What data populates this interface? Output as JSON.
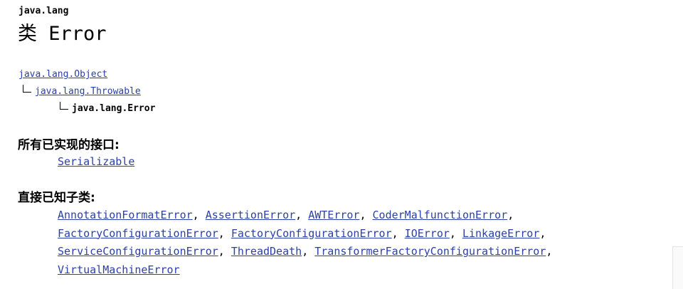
{
  "package_name": "java.lang",
  "class_title": "类 Error",
  "hierarchy": [
    {
      "label": "java.lang.Object",
      "link": true
    },
    {
      "label": "java.lang.Throwable",
      "link": true
    },
    {
      "label": "java.lang.Error",
      "link": false
    }
  ],
  "implemented_interfaces": {
    "label": "所有已实现的接口:",
    "items": [
      "Serializable"
    ]
  },
  "known_subclasses": {
    "label": "直接已知子类:",
    "lines": [
      [
        "AnnotationFormatError",
        "AssertionError",
        "AWTError",
        "CoderMalfunctionError"
      ],
      [
        "FactoryConfigurationError",
        "FactoryConfigurationError",
        "IOError",
        "LinkageError"
      ],
      [
        "ServiceConfigurationError",
        "ThreadDeath",
        "TransformerFactoryConfigurationError"
      ],
      [
        "VirtualMachineError"
      ]
    ]
  },
  "separator": ", ",
  "colors": {
    "link": "#2b3fa8",
    "text": "#000000",
    "background": "#ffffff"
  }
}
